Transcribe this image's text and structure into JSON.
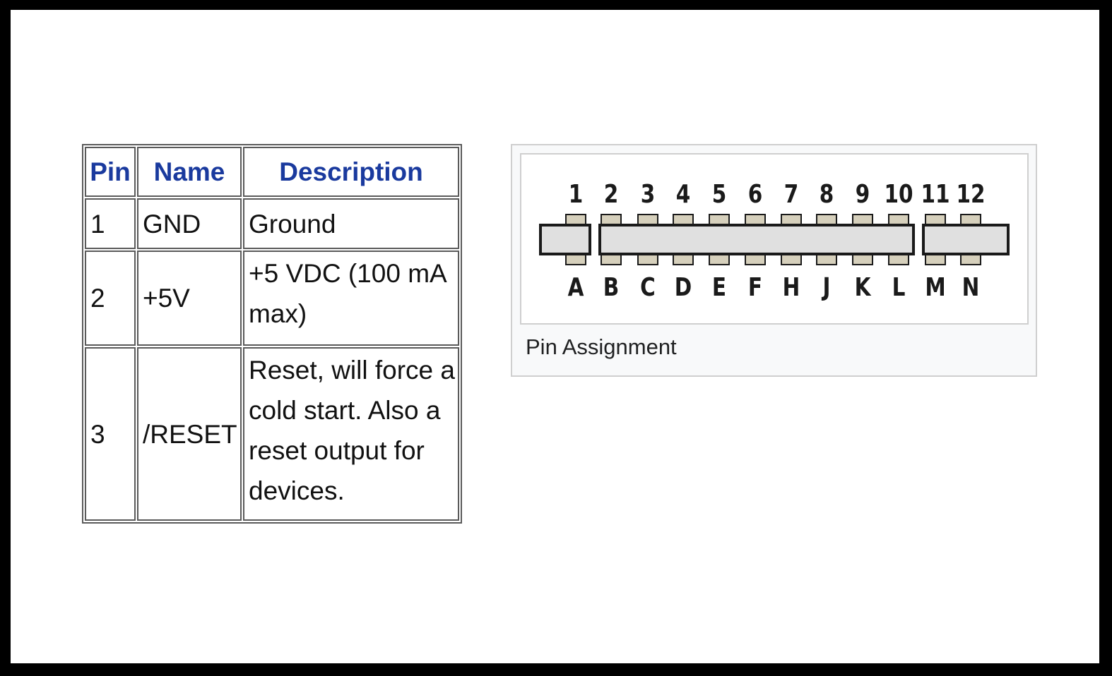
{
  "table": {
    "headers": {
      "pin": "Pin",
      "name": "Name",
      "description": "Description"
    },
    "rows": [
      {
        "pin": "1",
        "name": "GND",
        "description": [
          "Ground"
        ]
      },
      {
        "pin": "2",
        "name": "+5V",
        "description": [
          "+5 VDC (100 mA",
          "max)"
        ]
      },
      {
        "pin": "3",
        "name": "/RESET",
        "description": [
          "Reset, will force a",
          "cold start. Also a",
          "reset output for",
          "devices."
        ]
      }
    ]
  },
  "figure": {
    "caption": "Pin Assignment",
    "top_pin_labels": [
      "1",
      "2",
      "3",
      "4",
      "5",
      "6",
      "7",
      "8",
      "9",
      "10",
      "11",
      "12"
    ],
    "bottom_pin_labels": [
      "A",
      "B",
      "C",
      "D",
      "E",
      "F",
      "H",
      "J",
      "K",
      "L",
      "M",
      "N"
    ],
    "colors": {
      "connector_body": "#e0e0e0",
      "pin_pad": "#d6d0bc",
      "outline": "#1a1a1a"
    }
  }
}
